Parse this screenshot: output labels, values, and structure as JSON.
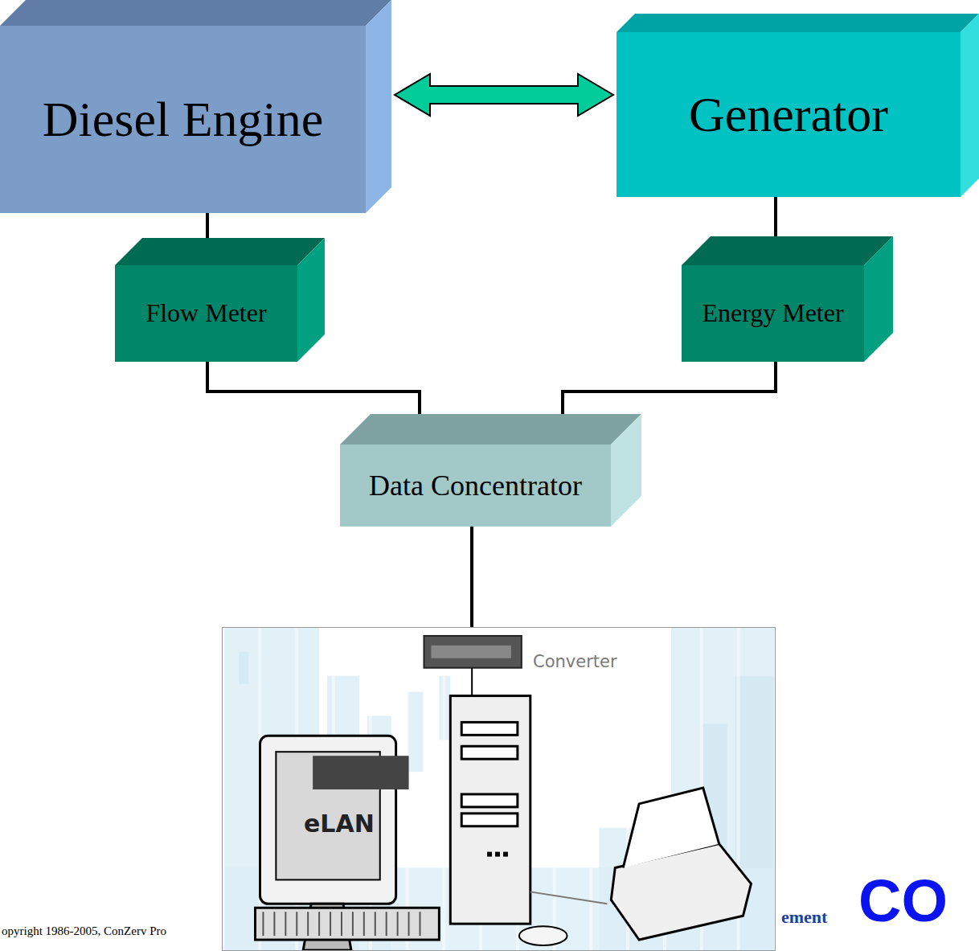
{
  "diagram": {
    "nodes": [
      {
        "text": [
          "Diesel Engine"
        ]
      },
      {
        "text": [
          "Generator"
        ]
      },
      {
        "text": [
          "Flow Meter"
        ]
      },
      {
        "text": [
          "Energy Meter"
        ]
      },
      {
        "text": [
          "Data Concentrator"
        ]
      },
      {
        "text": [
          "Converter"
        ]
      }
    ],
    "edges": [
      {
        "from": 0,
        "to": 1,
        "arrow": "both"
      },
      {
        "from": 0,
        "to": 2,
        "arrow": "none"
      },
      {
        "from": 1,
        "to": 3,
        "arrow": "none"
      },
      {
        "from": 2,
        "to": 4,
        "arrow": "none"
      },
      {
        "from": 3,
        "to": 4,
        "arrow": "none"
      },
      {
        "from": 4,
        "to": 5,
        "arrow": "none"
      }
    ],
    "labels": [
      "eLAN",
      "opyright 1986-2005, ConZerv Pro",
      "ement",
      "CO"
    ]
  }
}
